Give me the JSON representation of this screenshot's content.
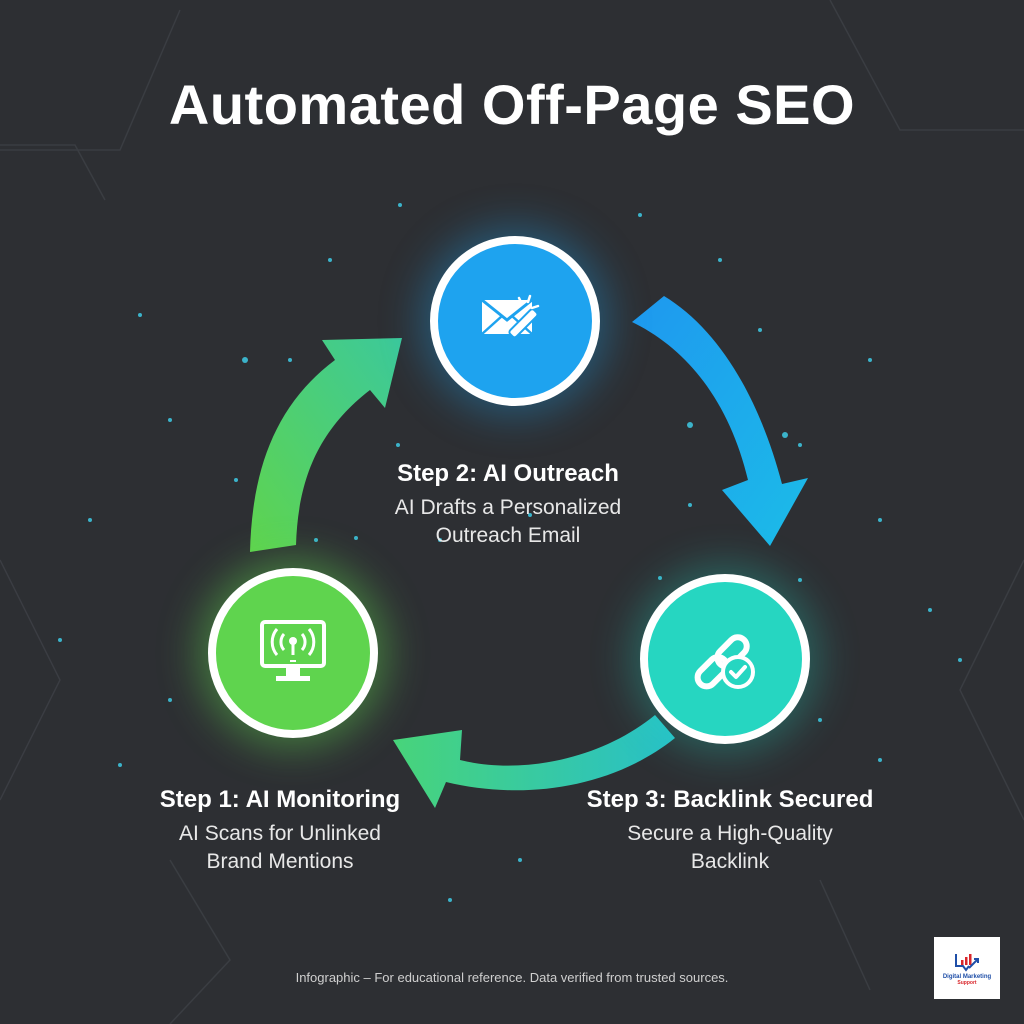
{
  "title": "Automated Off-Page SEO",
  "colors": {
    "background": "#2d2f33",
    "step1": "#5fd44e",
    "step2": "#1ea3ef",
    "step3": "#26d6c1",
    "particles": "#3fd4f0"
  },
  "steps": [
    {
      "title": "Step 1: AI Monitoring",
      "description_line1": "AI Scans for Unlinked",
      "description_line2": "Brand Mentions",
      "icon": "monitor-broadcast-icon"
    },
    {
      "title": "Step 2: AI Outreach",
      "description_line1": "AI Drafts a Personalized",
      "description_line2": "Outreach Email",
      "icon": "envelope-magic-wand-icon"
    },
    {
      "title": "Step 3: Backlink Secured",
      "description_line1": "Secure a High-Quality",
      "description_line2": "Backlink",
      "icon": "link-check-icon"
    }
  ],
  "arrows": [
    {
      "from": "Step 1",
      "to": "Step 2"
    },
    {
      "from": "Step 2",
      "to": "Step 3"
    },
    {
      "from": "Step 3",
      "to": "Step 1"
    }
  ],
  "footer": "Infographic – For educational reference. Data verified from trusted sources.",
  "logo": {
    "line1": "Digital Marketing",
    "line2": "Support"
  }
}
